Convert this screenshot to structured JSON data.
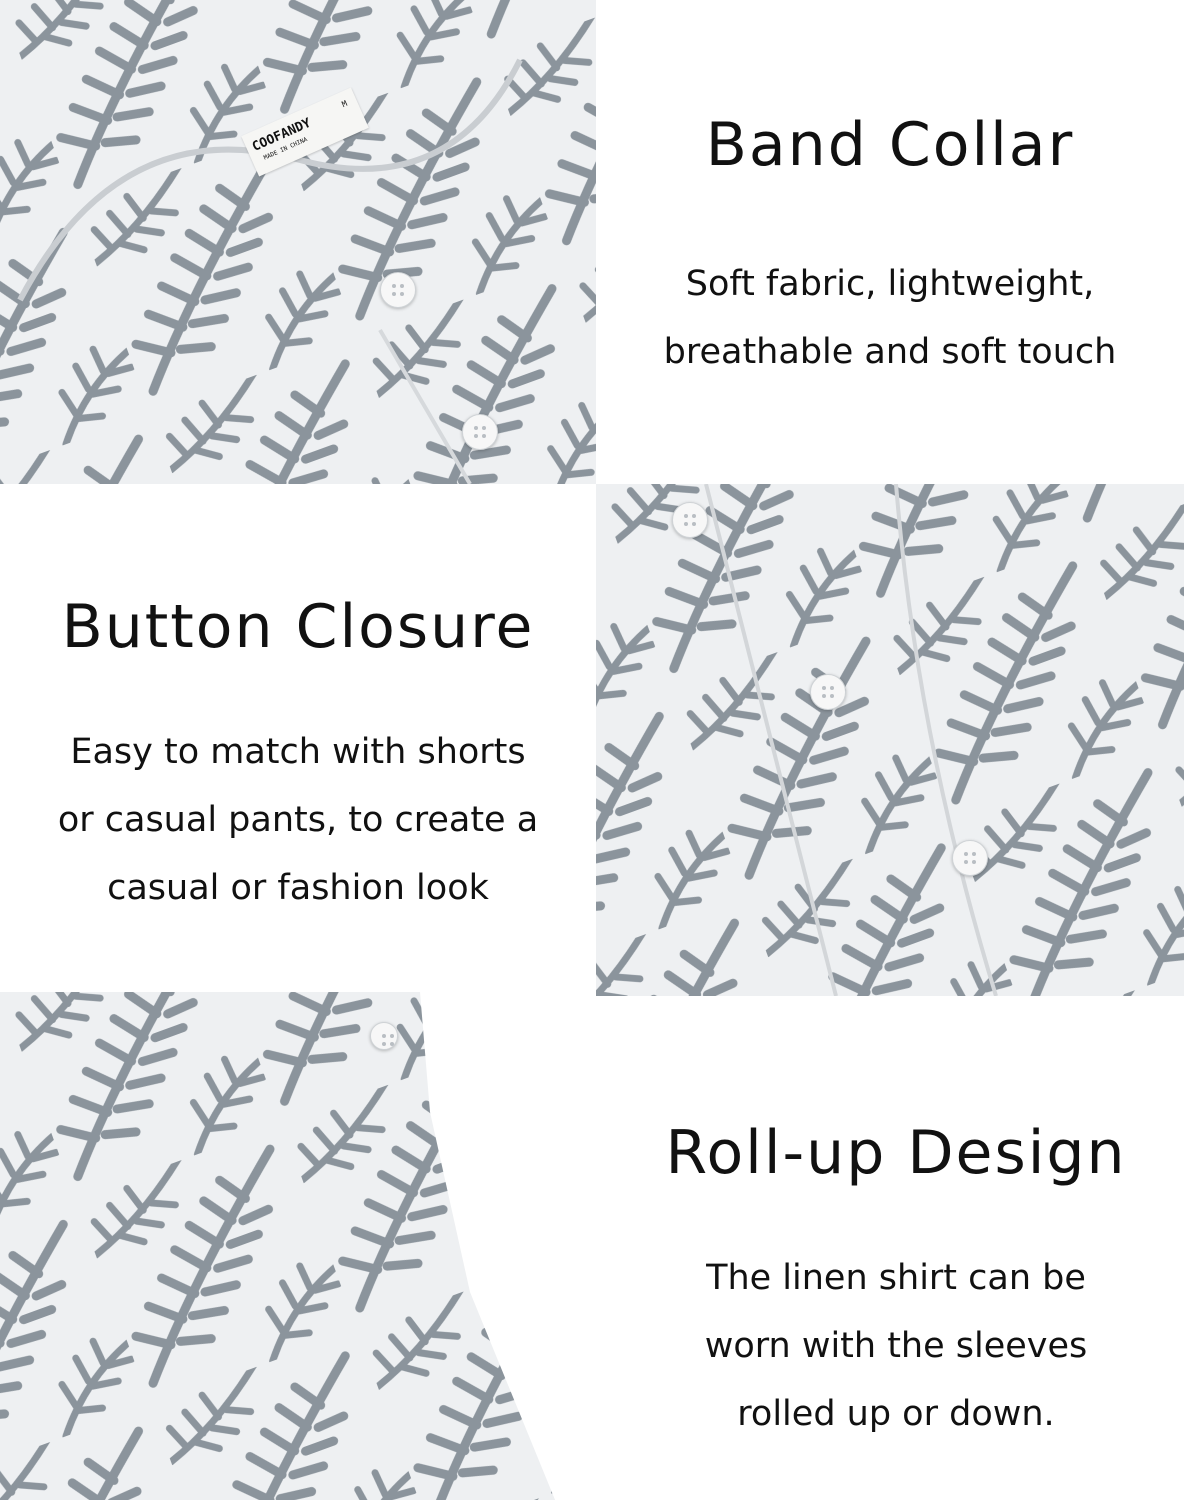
{
  "sections": [
    {
      "title": "Band Collar",
      "lines": [
        "Soft fabric, lightweight,",
        "breathable and soft touch"
      ]
    },
    {
      "title": "Button Closure",
      "lines": [
        "Easy to match with shorts",
        "or casual pants, to create a",
        "casual or fashion look"
      ]
    },
    {
      "title": "Roll-up Design",
      "lines": [
        "The linen shirt can be",
        "worn with the sleeves",
        "rolled up or down."
      ]
    }
  ],
  "shirt_label": {
    "brand": "COOFANDY",
    "origin": "MADE IN CHINA",
    "size": "M"
  },
  "colors": {
    "fabric": "#eef0f2",
    "leaf": "#8b949c"
  }
}
